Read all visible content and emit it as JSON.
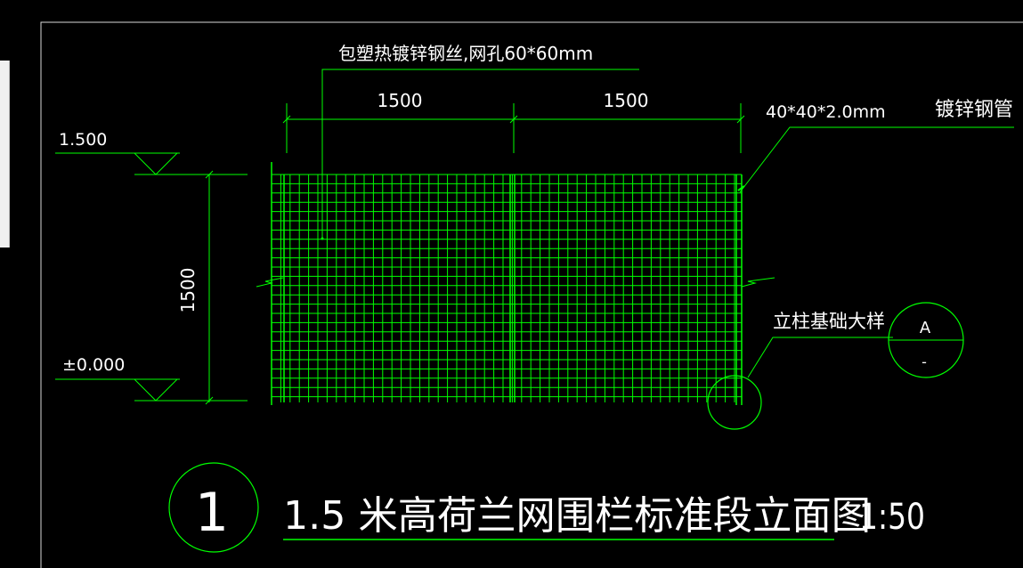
{
  "colors": {
    "background": "#000000",
    "linework": "#00ff00",
    "text": "#ffffff",
    "frame": "#d9d9d9"
  },
  "drawing": {
    "mesh_note": "包塑热镀锌钢丝,网孔60*60mm",
    "dim_left_span": "1500",
    "dim_right_span": "1500",
    "dim_height": "1500",
    "elev_top": "1.500",
    "elev_bottom": "±0.000",
    "pipe_size": "40*40*2.0mm",
    "pipe_name": "镀锌钢管",
    "foundation_label": "立柱基础大样",
    "detail_id": "A",
    "detail_sheet": "-",
    "title_number": "1",
    "title_text": "1.5  米高荷兰网围栏标准段立面图",
    "title_scale": "1:50"
  }
}
